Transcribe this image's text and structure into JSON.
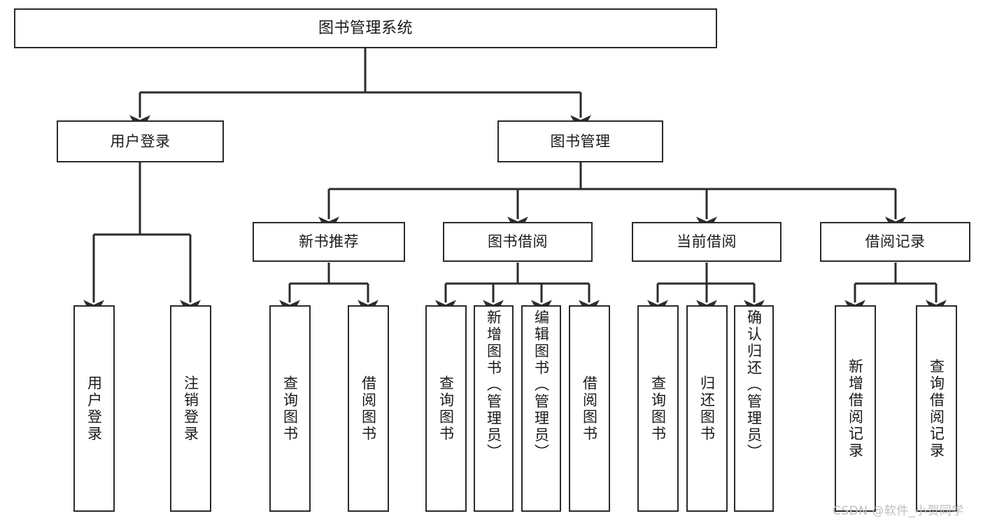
{
  "diagram": {
    "type": "tree",
    "title": "图书管理系统",
    "nodes": {
      "root": {
        "label": "图书管理系统",
        "level": 1
      },
      "l2_1": {
        "label": "用户登录",
        "level": 2
      },
      "l2_2": {
        "label": "图书管理",
        "level": 2
      },
      "l3_1": {
        "label": "新书推荐",
        "level": 3
      },
      "l3_2": {
        "label": "图书借阅",
        "level": 3
      },
      "l3_3": {
        "label": "当前借阅",
        "level": 3
      },
      "l3_4": {
        "label": "借阅记录",
        "level": 3
      },
      "leaf_1": {
        "label": "用户登录",
        "level": 4
      },
      "leaf_2": {
        "label": "注销登录",
        "level": 4
      },
      "leaf_3": {
        "label": "查询图书",
        "level": 4
      },
      "leaf_4": {
        "label": "借阅图书",
        "level": 4
      },
      "leaf_5": {
        "label": "查询图书",
        "level": 4
      },
      "leaf_6": {
        "label": "新增图书（管理员）",
        "level": 4
      },
      "leaf_7": {
        "label": "编辑图书（管理员）",
        "level": 4
      },
      "leaf_8": {
        "label": "借阅图书",
        "level": 4
      },
      "leaf_9": {
        "label": "查询图书",
        "level": 4
      },
      "leaf_10": {
        "label": "归还图书",
        "level": 4
      },
      "leaf_11": {
        "label": "确认归还（管理员）",
        "level": 4
      },
      "leaf_12": {
        "label": "新增借阅记录",
        "level": 4
      },
      "leaf_13": {
        "label": "查询借阅记录",
        "level": 4
      }
    },
    "edges": [
      {
        "from": "root",
        "to": "l2_1"
      },
      {
        "from": "root",
        "to": "l2_2"
      },
      {
        "from": "l2_1",
        "to": "leaf_1"
      },
      {
        "from": "l2_1",
        "to": "leaf_2"
      },
      {
        "from": "l2_2",
        "to": "l3_1"
      },
      {
        "from": "l2_2",
        "to": "l3_2"
      },
      {
        "from": "l2_2",
        "to": "l3_3"
      },
      {
        "from": "l2_2",
        "to": "l3_4"
      },
      {
        "from": "l3_1",
        "to": "leaf_3"
      },
      {
        "from": "l3_1",
        "to": "leaf_4"
      },
      {
        "from": "l3_2",
        "to": "leaf_5"
      },
      {
        "from": "l3_2",
        "to": "leaf_6"
      },
      {
        "from": "l3_2",
        "to": "leaf_7"
      },
      {
        "from": "l3_2",
        "to": "leaf_8"
      },
      {
        "from": "l3_3",
        "to": "leaf_9"
      },
      {
        "from": "l3_3",
        "to": "leaf_10"
      },
      {
        "from": "l3_3",
        "to": "leaf_11"
      },
      {
        "from": "l3_4",
        "to": "leaf_12"
      },
      {
        "from": "l3_4",
        "to": "leaf_13"
      }
    ],
    "colors": {
      "border": "#2b2b2b",
      "fill": "#ffffff",
      "text": "#1a1a1a",
      "watermark": "#bfbfbf"
    }
  },
  "watermark": {
    "text": "CSDN @软件_小贺同学"
  }
}
